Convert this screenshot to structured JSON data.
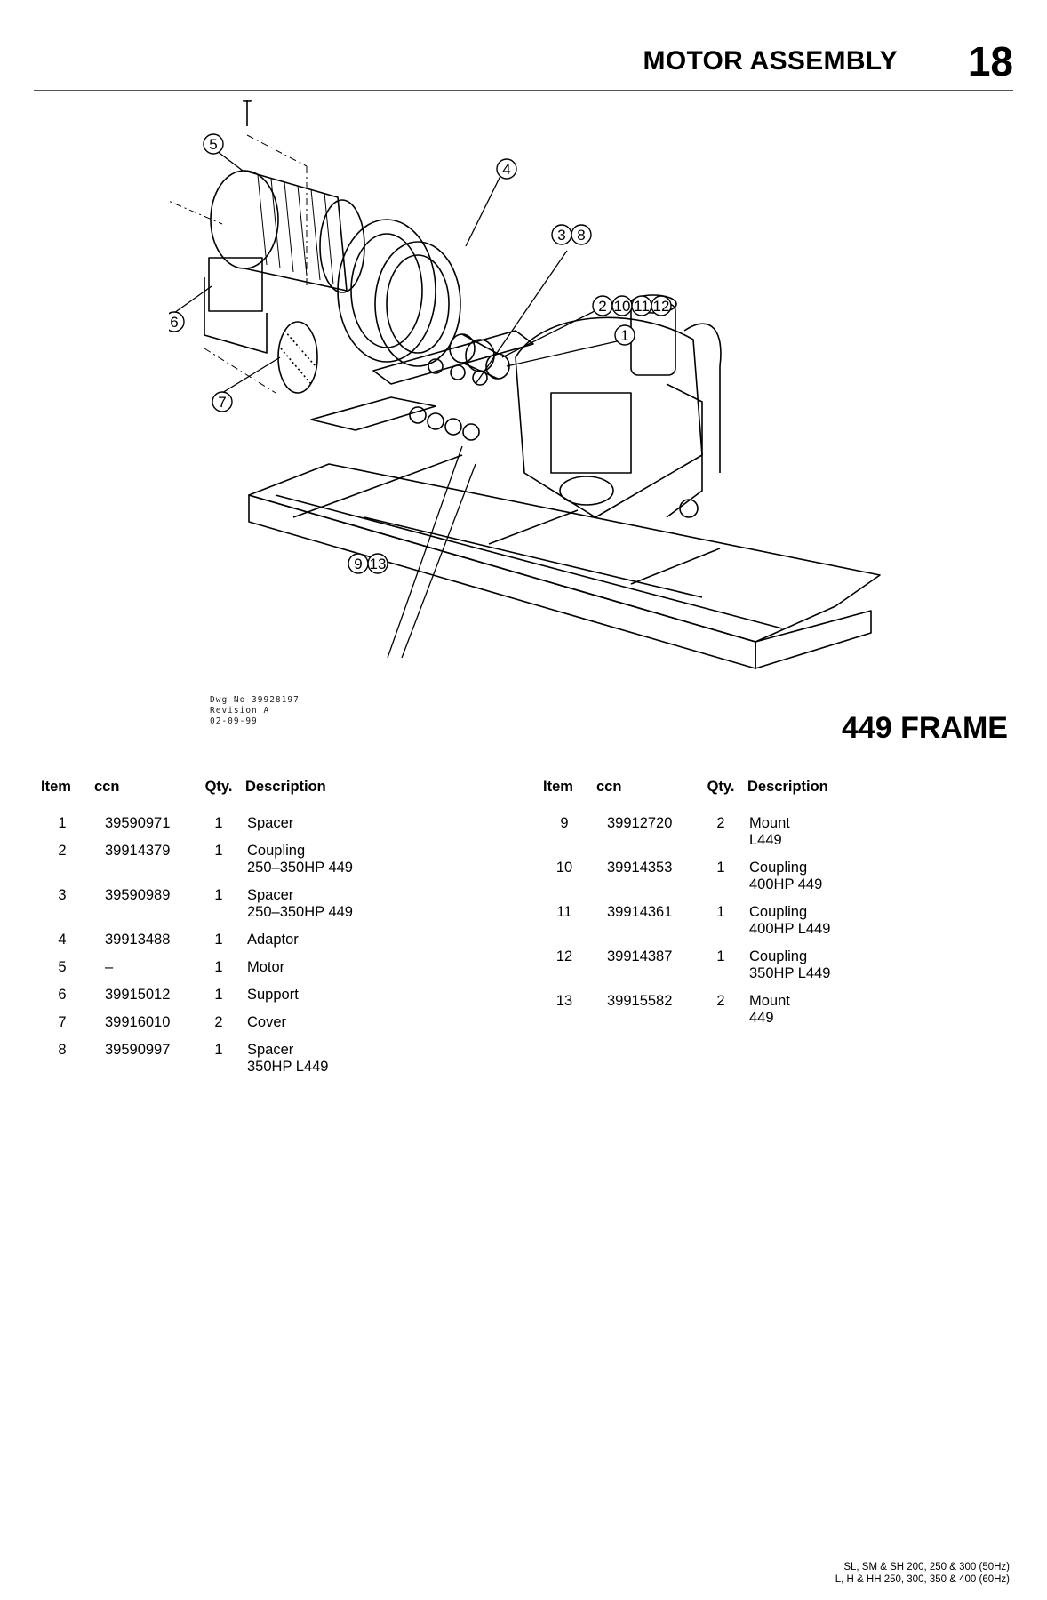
{
  "header": {
    "title": "MOTOR ASSEMBLY",
    "page_number": "18"
  },
  "drawing": {
    "frame_label": "449 FRAME",
    "dwg_note": [
      "Dwg No 39928197",
      "Revision A",
      "02-09-99"
    ],
    "callouts": {
      "c5": "5",
      "c4": "4",
      "c3": "3",
      "c8": "8",
      "c2": "2",
      "c10": "10",
      "c11": "11",
      "c12": "12",
      "c1": "1",
      "c6": "6",
      "c7": "7",
      "c9": "9",
      "c13": "13"
    }
  },
  "parts_table": {
    "headers": {
      "item": "Item",
      "ccn": "ccn",
      "qty": "Qty.",
      "description": "Description"
    },
    "left": [
      {
        "item": "1",
        "ccn": "39590971",
        "qty": "1",
        "description": "Spacer"
      },
      {
        "item": "2",
        "ccn": "39914379",
        "qty": "1",
        "description": "Coupling\n250–350HP 449"
      },
      {
        "item": "3",
        "ccn": "39590989",
        "qty": "1",
        "description": "Spacer\n250–350HP 449"
      },
      {
        "item": "4",
        "ccn": "39913488",
        "qty": "1",
        "description": "Adaptor"
      },
      {
        "item": "5",
        "ccn": "–",
        "qty": "1",
        "description": "Motor"
      },
      {
        "item": "6",
        "ccn": "39915012",
        "qty": "1",
        "description": "Support"
      },
      {
        "item": "7",
        "ccn": "39916010",
        "qty": "2",
        "description": "Cover"
      },
      {
        "item": "8",
        "ccn": "39590997",
        "qty": "1",
        "description": "Spacer\n350HP L449"
      }
    ],
    "right": [
      {
        "item": "9",
        "ccn": "39912720",
        "qty": "2",
        "description": "Mount\nL449"
      },
      {
        "item": "10",
        "ccn": "39914353",
        "qty": "1",
        "description": "Coupling\n400HP 449"
      },
      {
        "item": "11",
        "ccn": "39914361",
        "qty": "1",
        "description": "Coupling\n400HP L449"
      },
      {
        "item": "12",
        "ccn": "39914387",
        "qty": "1",
        "description": "Coupling\n350HP L449"
      },
      {
        "item": "13",
        "ccn": "39915582",
        "qty": "2",
        "description": "Mount\n449"
      }
    ]
  },
  "footer": {
    "line1": "SL, SM & SH 200, 250 & 300 (50Hz)",
    "line2": "L, H & HH 250, 300, 350 & 400 (60Hz)"
  }
}
